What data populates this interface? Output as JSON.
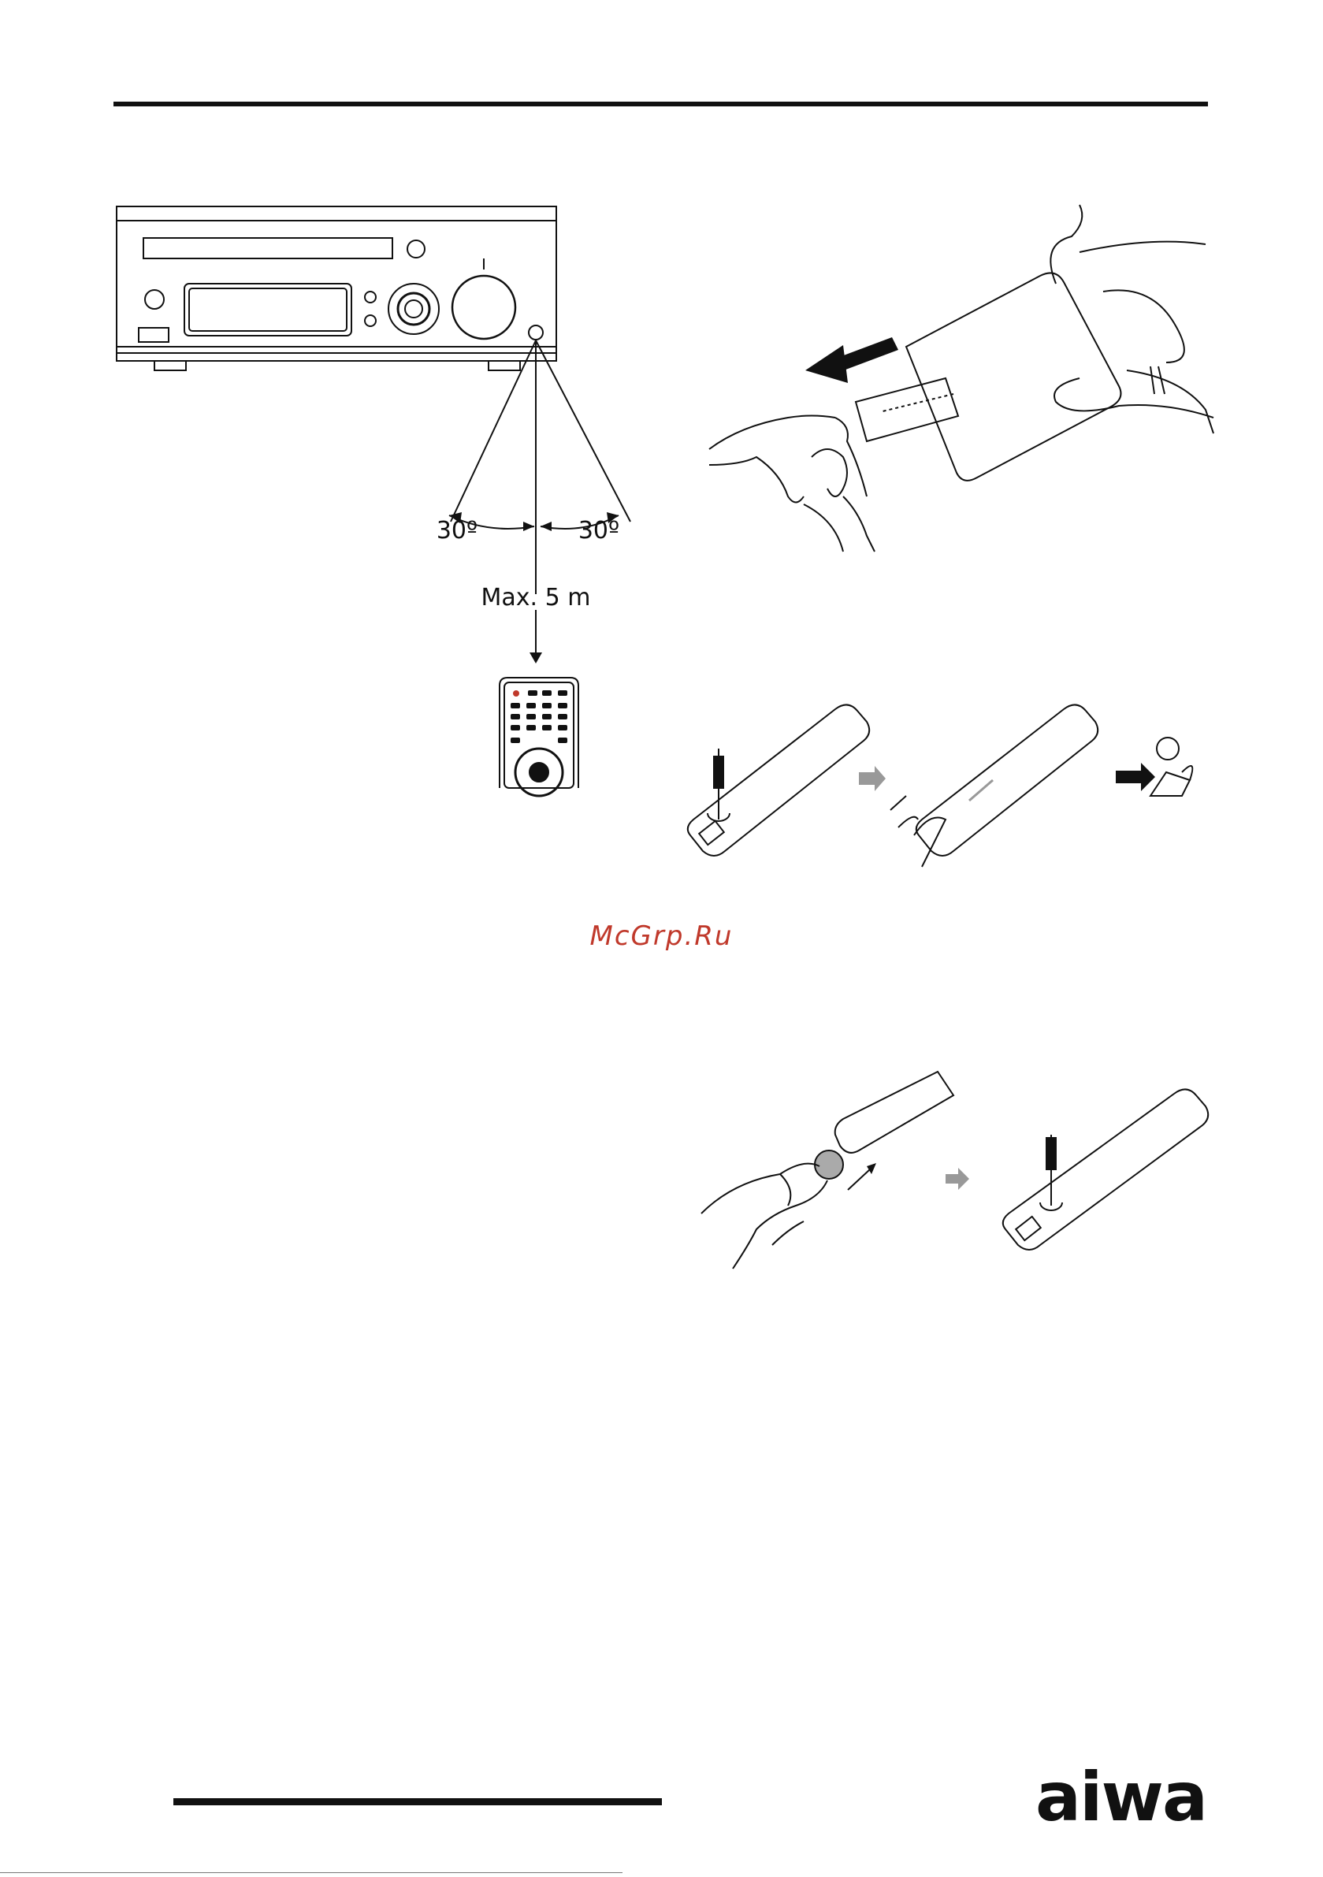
{
  "document": {
    "range_diagram": {
      "angle_left": "30º",
      "angle_right": "30º",
      "distance": "Max. 5 m"
    },
    "watermark": {
      "text": "McGrp.Ru",
      "color": "#c0392b"
    },
    "brand_logo": {
      "text": "aiwa"
    }
  }
}
